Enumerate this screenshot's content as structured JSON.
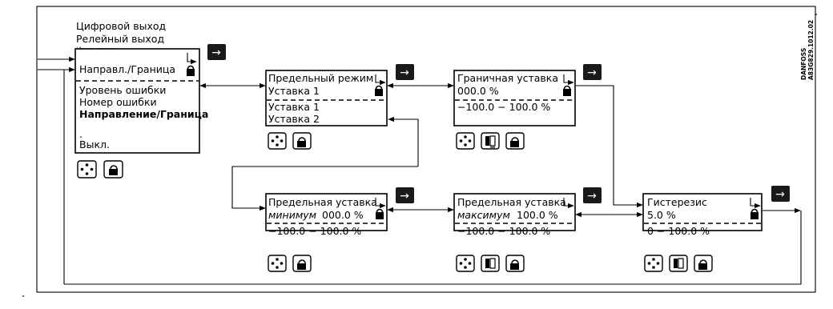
{
  "top_labels": {
    "digital_output": "Цифровой выход",
    "relay_output": "Релейный выход"
  },
  "menu_box": {
    "header": "Направл./Граница",
    "items": [
      "Уровень ошибки",
      "Номер ошибки",
      "Направление/Граница",
      ".",
      "Выкл."
    ]
  },
  "limit_mode_box": {
    "title": "Предельный режим",
    "value": "Уставка 1",
    "options": [
      "Уставка 1",
      "Уставка 2"
    ]
  },
  "boundary_setpoint_box": {
    "title": "Граничная уставка",
    "value": "000.0  %",
    "range": "−100.0  −  100.0  %"
  },
  "limit_min_box": {
    "title": "Предельная уставка",
    "qualifier": "минимум",
    "value": "000.0  %",
    "range": "−100.0  −  100.0  %"
  },
  "limit_max_box": {
    "title": "Предельная уставка",
    "qualifier": "максимум",
    "value": "100.0  %",
    "range": "−100.0  −  100.0  %"
  },
  "hysteresis_box": {
    "title": "Гистерезис",
    "value": "5.0  %",
    "range": "0  −  100.0  %"
  },
  "key_glyph": "→",
  "vendor_mark": {
    "line1": "DANFOSS",
    "line2": "A83G829.1012.02"
  }
}
